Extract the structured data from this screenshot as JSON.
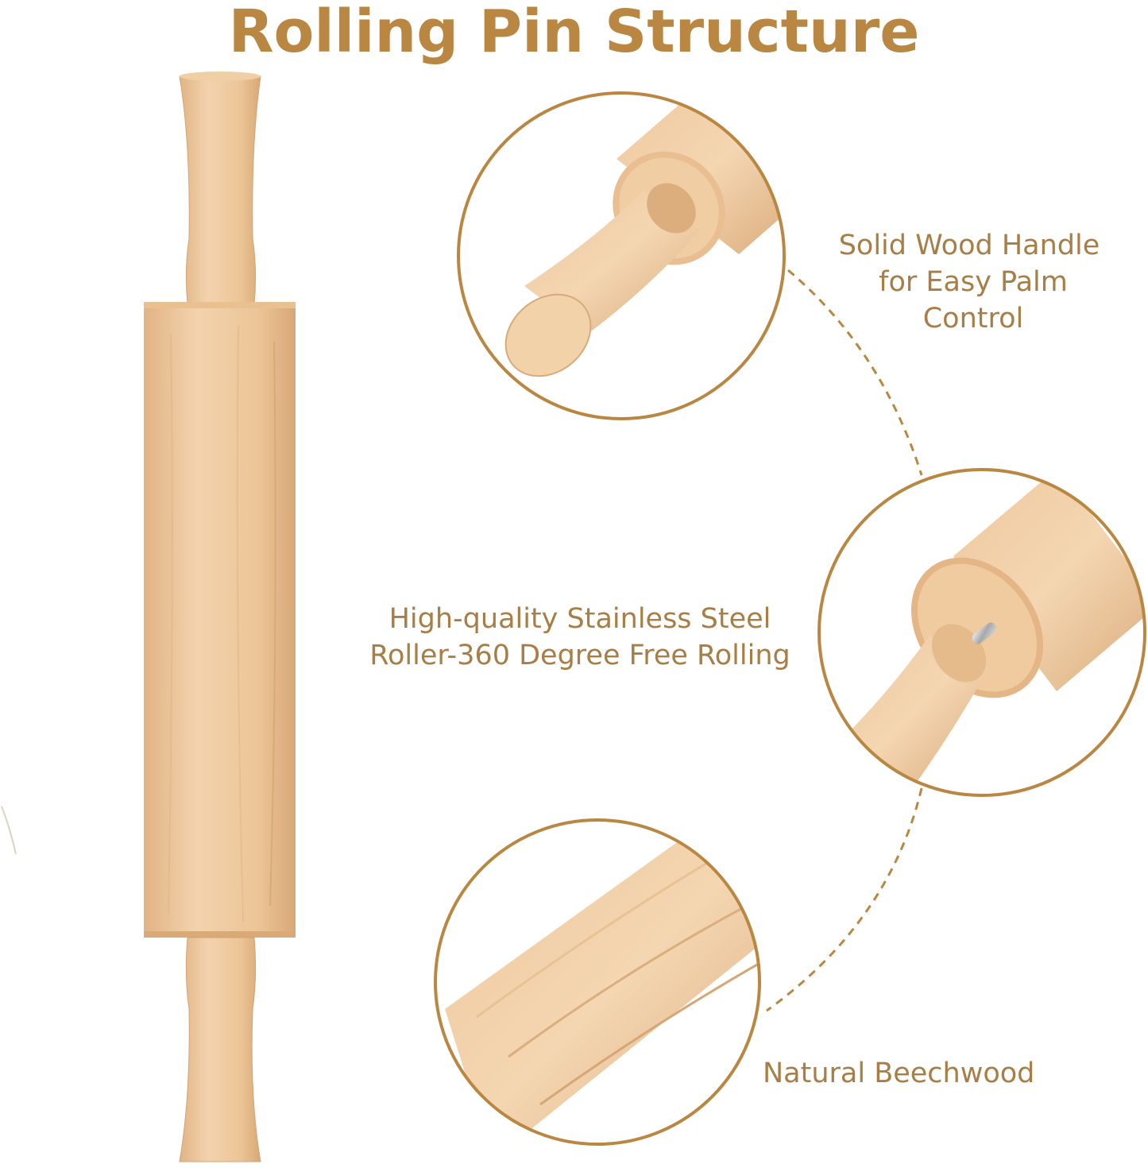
{
  "title": "Rolling Pin Structure",
  "colors": {
    "accent": "#b98742",
    "label": "#a77e46",
    "wood_light": "#f3d3ad",
    "wood_mid": "#e3b98a",
    "wood_dark": "#cf9f6e",
    "steel": "#c8c8c8"
  },
  "callouts": {
    "handle": {
      "line1": "Solid Wood Handle",
      "line2": "for Easy Palm Control"
    },
    "roller": {
      "line1": "High-quality Stainless Steel",
      "line2": "Roller-360 Degree Free Rolling"
    },
    "wood": {
      "line1": "Natural Beechwood"
    }
  },
  "icons": {
    "product": "rolling-pin-illustration",
    "detail_1": "handle-closeup",
    "detail_2": "steel-axle-closeup",
    "detail_3": "beechwood-closeup"
  }
}
